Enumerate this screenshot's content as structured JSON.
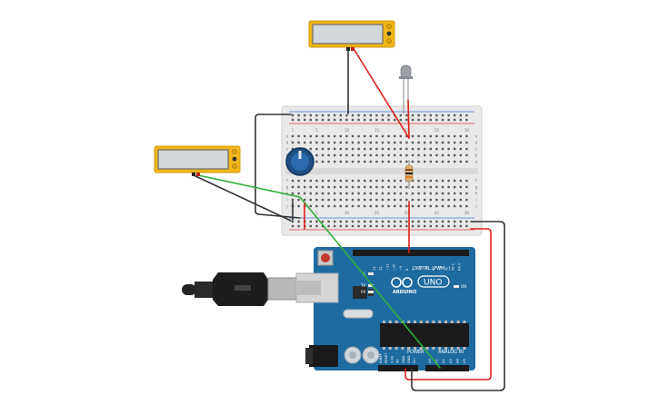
{
  "canvas": {
    "background": "#ffffff"
  },
  "meters": [
    {
      "id": "meter-top",
      "display": ""
    },
    {
      "id": "meter-left",
      "display": ""
    }
  ],
  "arduino": {
    "board_color": "#1e6ba1",
    "digital_label": "DIGITAL (PWM~)",
    "analog_label": "ANALOG IN",
    "power_label": "POWER",
    "brand_label": "ARDUINO",
    "model_label": "UNO",
    "tx_label": "TX",
    "rx_label": "RX",
    "l_label": "L",
    "on_label": "ON",
    "aref_label": "AREF",
    "gnd_label": "GND",
    "digital_pins": [
      "13",
      "12",
      "~11",
      "~10",
      "~9",
      "8",
      "7",
      "~6",
      "~5",
      "4",
      "~3",
      "2",
      "TX 1",
      "RX 0"
    ],
    "power_pins": [
      "IOREF",
      "RESET",
      "3.3V",
      "5V",
      "GND",
      "GND",
      "Vin"
    ],
    "analog_pins": [
      "A0",
      "A1",
      "A2",
      "A3",
      "A4",
      "A5"
    ]
  },
  "breadboard": {
    "columns": [
      "1",
      "5",
      "10",
      "15",
      "20",
      "25",
      "30"
    ],
    "rows_top": [
      "a",
      "b",
      "c",
      "d",
      "e"
    ],
    "rows_bottom": [
      "f",
      "g",
      "h",
      "i",
      "j"
    ]
  },
  "colors": {
    "wire_red": "#e0201c",
    "wire_black": "#333333",
    "wire_green": "#2fae3a",
    "meter_body": "#f2b61a",
    "meter_screen": "#d2d8da",
    "breadboard_body": "#e9e9e9",
    "rail_red": "#e23b3b",
    "rail_blue": "#3a7bd5"
  }
}
